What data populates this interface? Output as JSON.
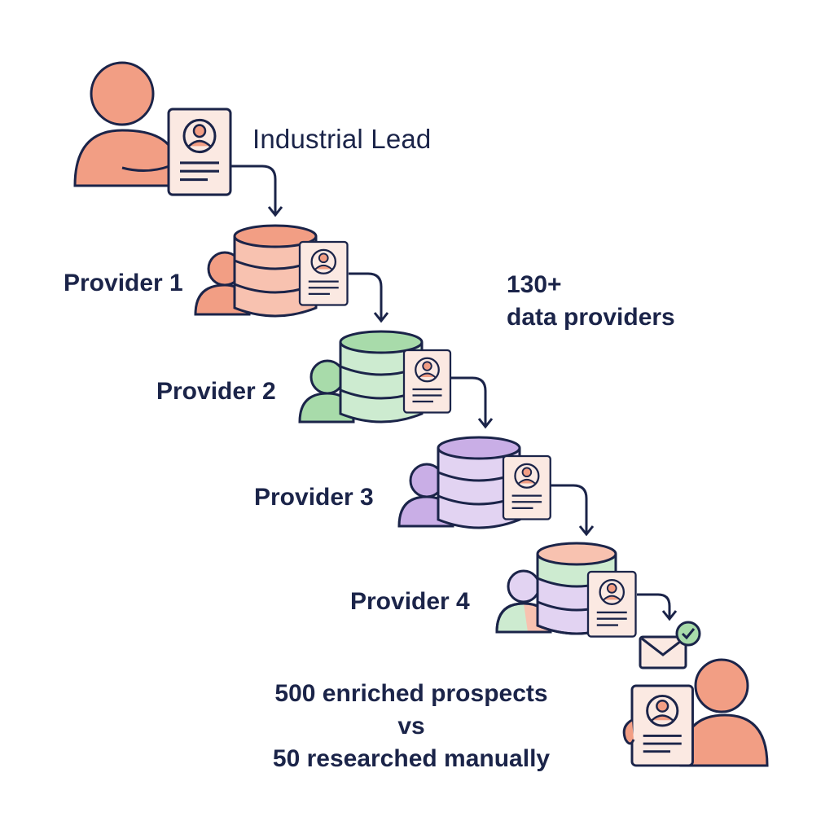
{
  "lead": {
    "title": "Industrial Lead"
  },
  "providers": [
    {
      "label": "Provider 1"
    },
    {
      "label": "Provider 2"
    },
    {
      "label": "Provider 3"
    },
    {
      "label": "Provider 4"
    }
  ],
  "count": {
    "number": "130+",
    "caption": "data providers"
  },
  "summary": {
    "line1": "500 enriched prospects",
    "line2": "vs",
    "line3": "50 researched manually"
  },
  "colors": {
    "ink": "#1b2449",
    "coral": "#f29e84",
    "coral_light": "#f8c2b0",
    "green": "#a8dbaa",
    "green_light": "#cdebd0",
    "purple": "#c9aee6",
    "purple_light": "#e2d3f2",
    "card": "#fbe9e2",
    "check": "#a8dbaa"
  },
  "icons": [
    "person-icon",
    "profile-card-icon",
    "database-icon",
    "arrow-icon",
    "envelope-icon",
    "checkmark-icon"
  ]
}
